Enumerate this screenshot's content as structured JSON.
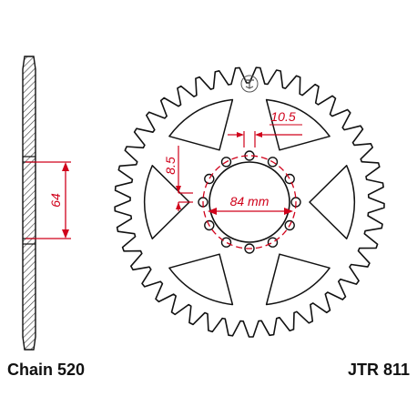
{
  "diagram": {
    "chain_label": "Chain 520",
    "part_number": "JTR 811",
    "dimensions": {
      "hub_depth": "64",
      "pcd": "84 mm",
      "hole_diameter": "10.5",
      "offset": "8.5"
    },
    "sprocket": {
      "teeth": 41,
      "bolt_holes": 12,
      "cutouts": 6
    },
    "colors": {
      "outline": "#111111",
      "dimension": "#d0021b",
      "hatch": "#333333"
    },
    "logo_icon": "jt-logo-icon"
  }
}
